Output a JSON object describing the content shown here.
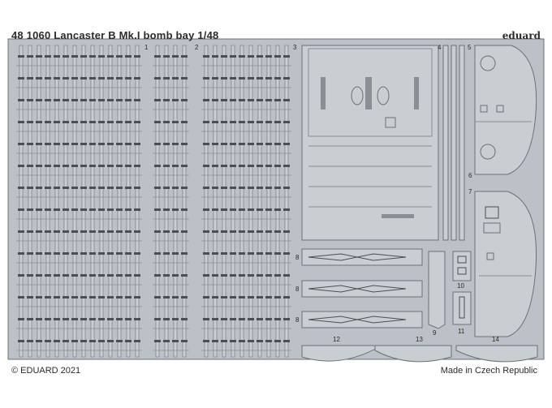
{
  "sheet": {
    "title": "48 1060 Lancaster B Mk.I bomb bay 1/48",
    "brand": "eduard",
    "copyright": "© EDUARD 2021",
    "origin": "Made in Czech Republic",
    "colors": {
      "fret": "#bcc1c7",
      "part": "#c9ced3",
      "line": "#6b7077",
      "dark": "#4a4f55"
    },
    "part_numbers": {
      "p1": "1",
      "p2": "2",
      "p3": "3",
      "p4": "4",
      "p5": "5",
      "p6": "6",
      "p7": "7",
      "p8a": "8",
      "p8b": "8",
      "p8c": "8",
      "p9": "9",
      "p10": "10",
      "p11": "11",
      "p12": "12",
      "p13": "13",
      "p14": "14"
    }
  }
}
